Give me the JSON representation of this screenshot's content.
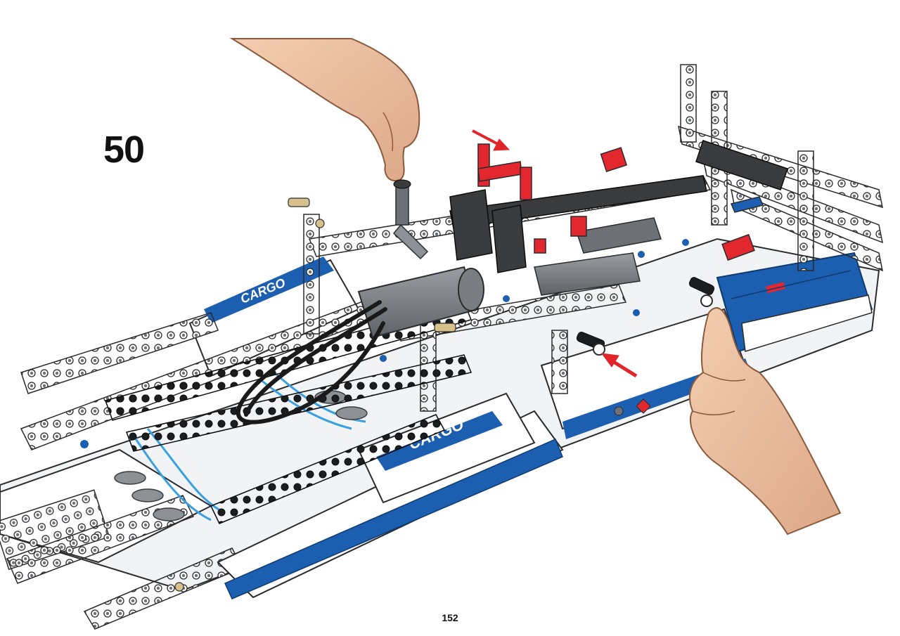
{
  "step": {
    "number": "50"
  },
  "page": {
    "number": "152"
  },
  "decals": {
    "label_front": "CARGO",
    "label_rear": "CARGO"
  },
  "colors": {
    "brand_blue": "#1c5fb0",
    "light_blue": "#3aa0e0",
    "arrow_red": "#e0252b",
    "part_red": "#e3272e",
    "dark_gray": "#3a3b3d",
    "mid_gray": "#8d9094",
    "white_part": "#f6f7f8",
    "skin": "#eec3a1",
    "tan_pin": "#d8c08a"
  },
  "icons": [
    "hand-top-icon",
    "hand-right-icon",
    "red-arrow-icon"
  ]
}
